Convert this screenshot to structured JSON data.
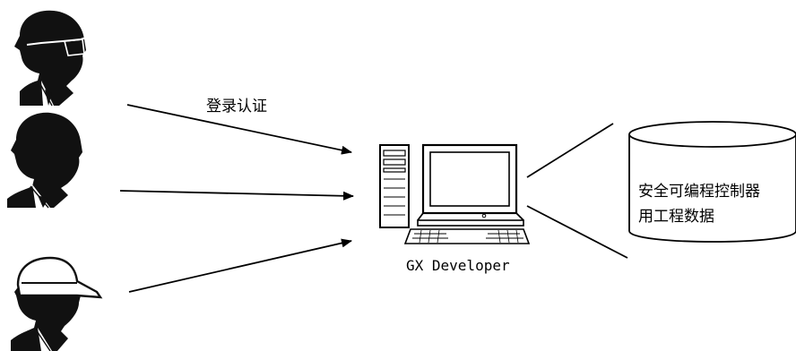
{
  "diagram": {
    "arrow_label": "登录认证",
    "computer_label": "GX Developer",
    "database_label": {
      "line1": "安全可编程控制器",
      "line2": "用工程数据"
    },
    "users": [
      {
        "icon": "user-with-glasses-icon"
      },
      {
        "icon": "user-icon"
      },
      {
        "icon": "user-with-cap-icon"
      }
    ],
    "colors": {
      "ink": "#000000",
      "paper": "#ffffff"
    }
  }
}
